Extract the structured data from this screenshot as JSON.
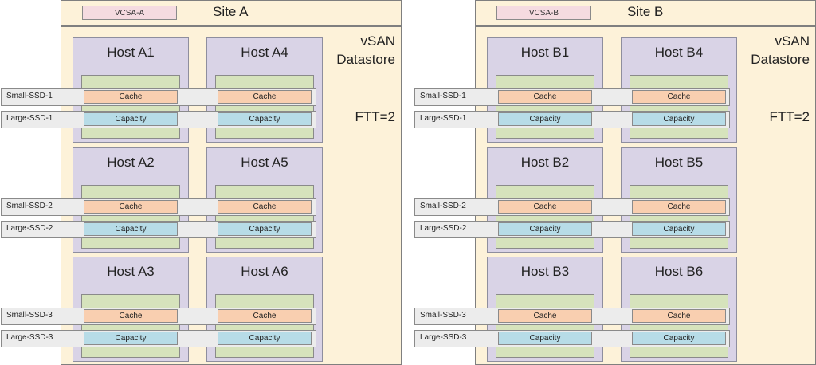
{
  "sites": [
    {
      "name": "Site A",
      "vcsa": "VCSA-A",
      "vsan_line1": "vSAN",
      "vsan_line2": "Datastore",
      "ftt": "FTT=2",
      "hosts": [
        "Host A1",
        "Host A4",
        "Host A2",
        "Host A5",
        "Host A3",
        "Host A6"
      ]
    },
    {
      "name": "Site B",
      "vcsa": "VCSA-B",
      "vsan_line1": "vSAN",
      "vsan_line2": "Datastore",
      "ftt": "FTT=2",
      "hosts": [
        "Host B1",
        "Host B4",
        "Host B2",
        "Host B5",
        "Host B3",
        "Host B6"
      ]
    }
  ],
  "ssd_rows": [
    {
      "small_label": "Small-SSD-1",
      "large_label": "Large-SSD-1"
    },
    {
      "small_label": "Small-SSD-2",
      "large_label": "Large-SSD-2"
    },
    {
      "small_label": "Small-SSD-3",
      "large_label": "Large-SSD-3"
    }
  ],
  "cache_label": "Cache",
  "capacity_label": "Capacity",
  "colors": {
    "site_fill": "#fdf2d9",
    "vcsa_fill": "#f5dbe0",
    "host_fill": "#d9d3e6",
    "disk_group_fill": "#d6e3bc",
    "ssd_bar_fill": "#ececec",
    "cache_fill": "#f9cfb0",
    "capacity_fill": "#b7dce7"
  }
}
